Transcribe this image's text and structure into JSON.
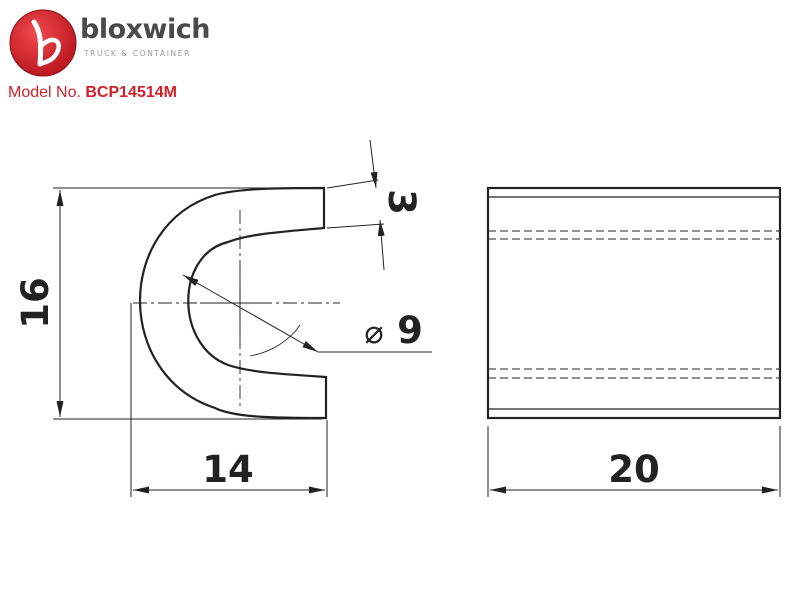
{
  "header": {
    "brand_name": "bloxwich",
    "brand_tagline": "TRUCK & CONTAINER",
    "model_label": "Model No.",
    "model_number": "BCP14514M"
  },
  "drawing": {
    "dimensions": {
      "height": "16",
      "width_front": "14",
      "thickness": "3",
      "diameter_symbol": "⌀",
      "diameter": "9",
      "length_side": "20"
    }
  },
  "colors": {
    "brand_red": "#d0202a",
    "brand_grey": "#4a4a4a",
    "line": "#222222"
  }
}
